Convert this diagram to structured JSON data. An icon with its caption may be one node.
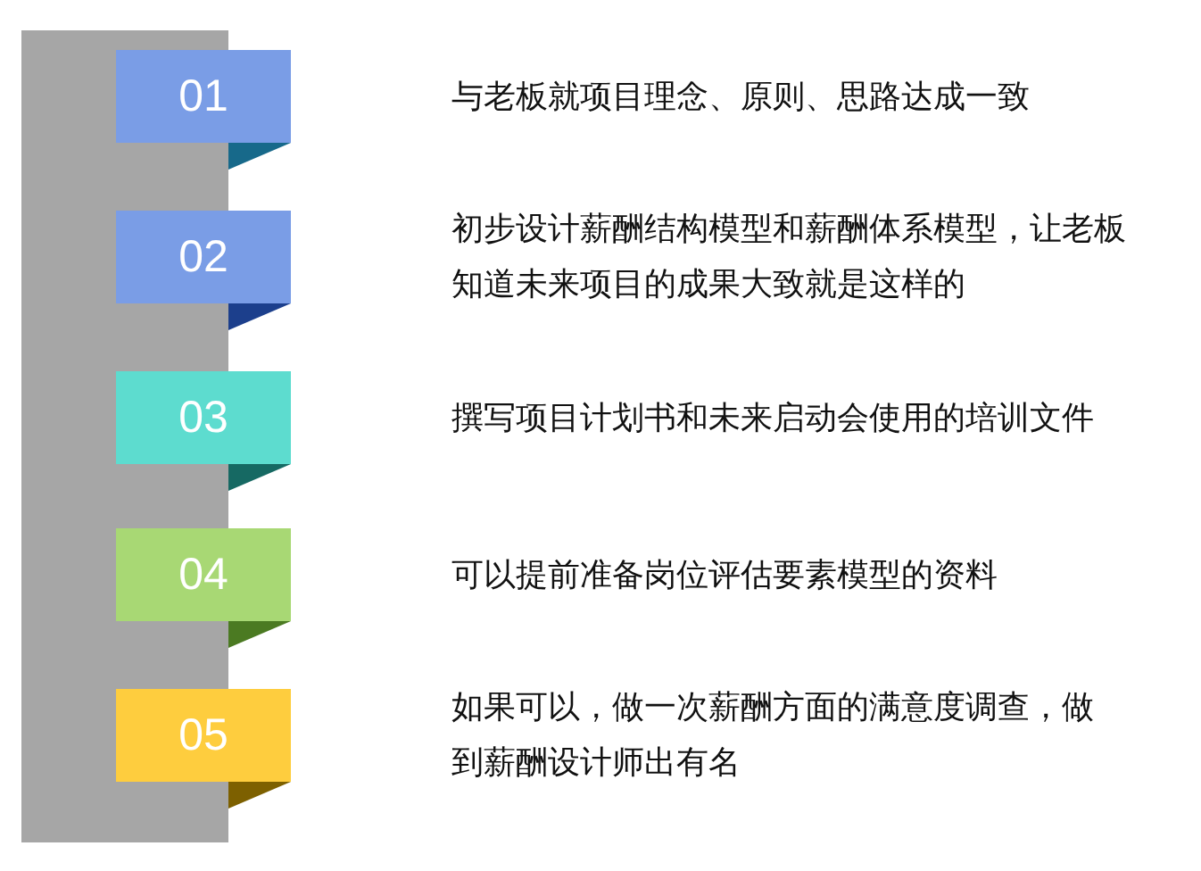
{
  "diagram": {
    "nodes": [
      {
        "text": [],
        "shape": "bar"
      },
      {
        "text": [
          "01"
        ]
      },
      {
        "text": [
          "02"
        ]
      },
      {
        "text": [
          "03"
        ]
      },
      {
        "text": [
          "04"
        ]
      },
      {
        "text": [
          "05"
        ]
      }
    ],
    "labels": [
      "与老板就项目理念、原则、思路达成一致",
      "初步设计薪酬结构模型和薪酬体系模型，让老板知道未来项目的成果大致就是这样的",
      "撰写项目计划书和未来启动会使用的培训文件",
      "可以提前准备岗位评估要素模型的资料",
      "如果可以，做一次薪酬方面的满意度调查，做到薪酬设计师出有名"
    ]
  }
}
